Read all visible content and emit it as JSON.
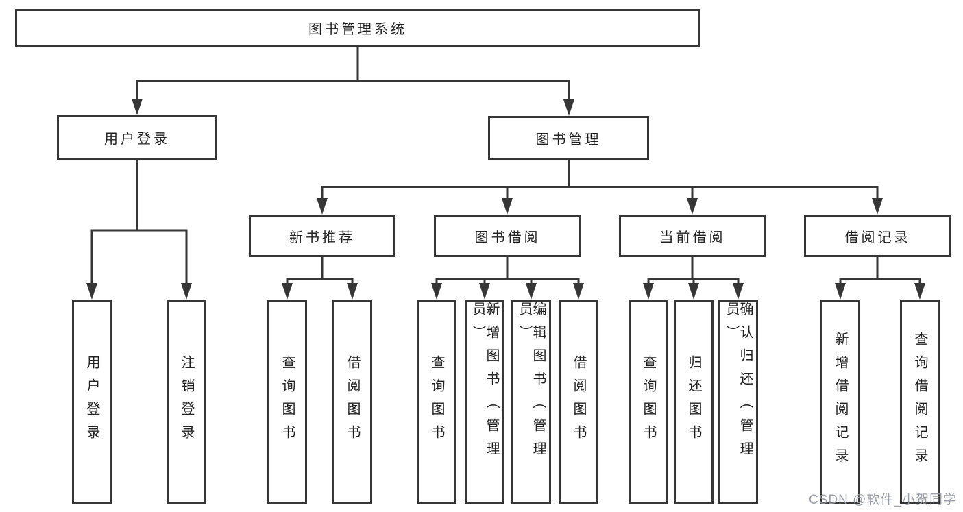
{
  "diagram": {
    "root": "图书管理系统",
    "branches": [
      {
        "label": "用户登录",
        "leaves": [
          "用户登录",
          "注销登录"
        ]
      },
      {
        "label": "图书管理",
        "groups": [
          {
            "label": "新书推荐",
            "leaves": [
              "查询图书",
              "借阅图书"
            ]
          },
          {
            "label": "图书借阅",
            "leaves": [
              "查询图书",
              "新增图书（管理员）",
              "编辑图书（管理员）",
              "借阅图书"
            ]
          },
          {
            "label": "当前借阅",
            "leaves": [
              "查询图书",
              "归还图书",
              "确认归还（管理员）"
            ]
          },
          {
            "label": "借阅记录",
            "leaves": [
              "新增借阅记录",
              "查询借阅记录"
            ]
          }
        ]
      }
    ]
  },
  "watermark": "CSDN @软件_小贺同学",
  "colors": {
    "line": "#363636",
    "text": "#222222",
    "watermark": "#969ba3",
    "background": "#ffffff"
  }
}
